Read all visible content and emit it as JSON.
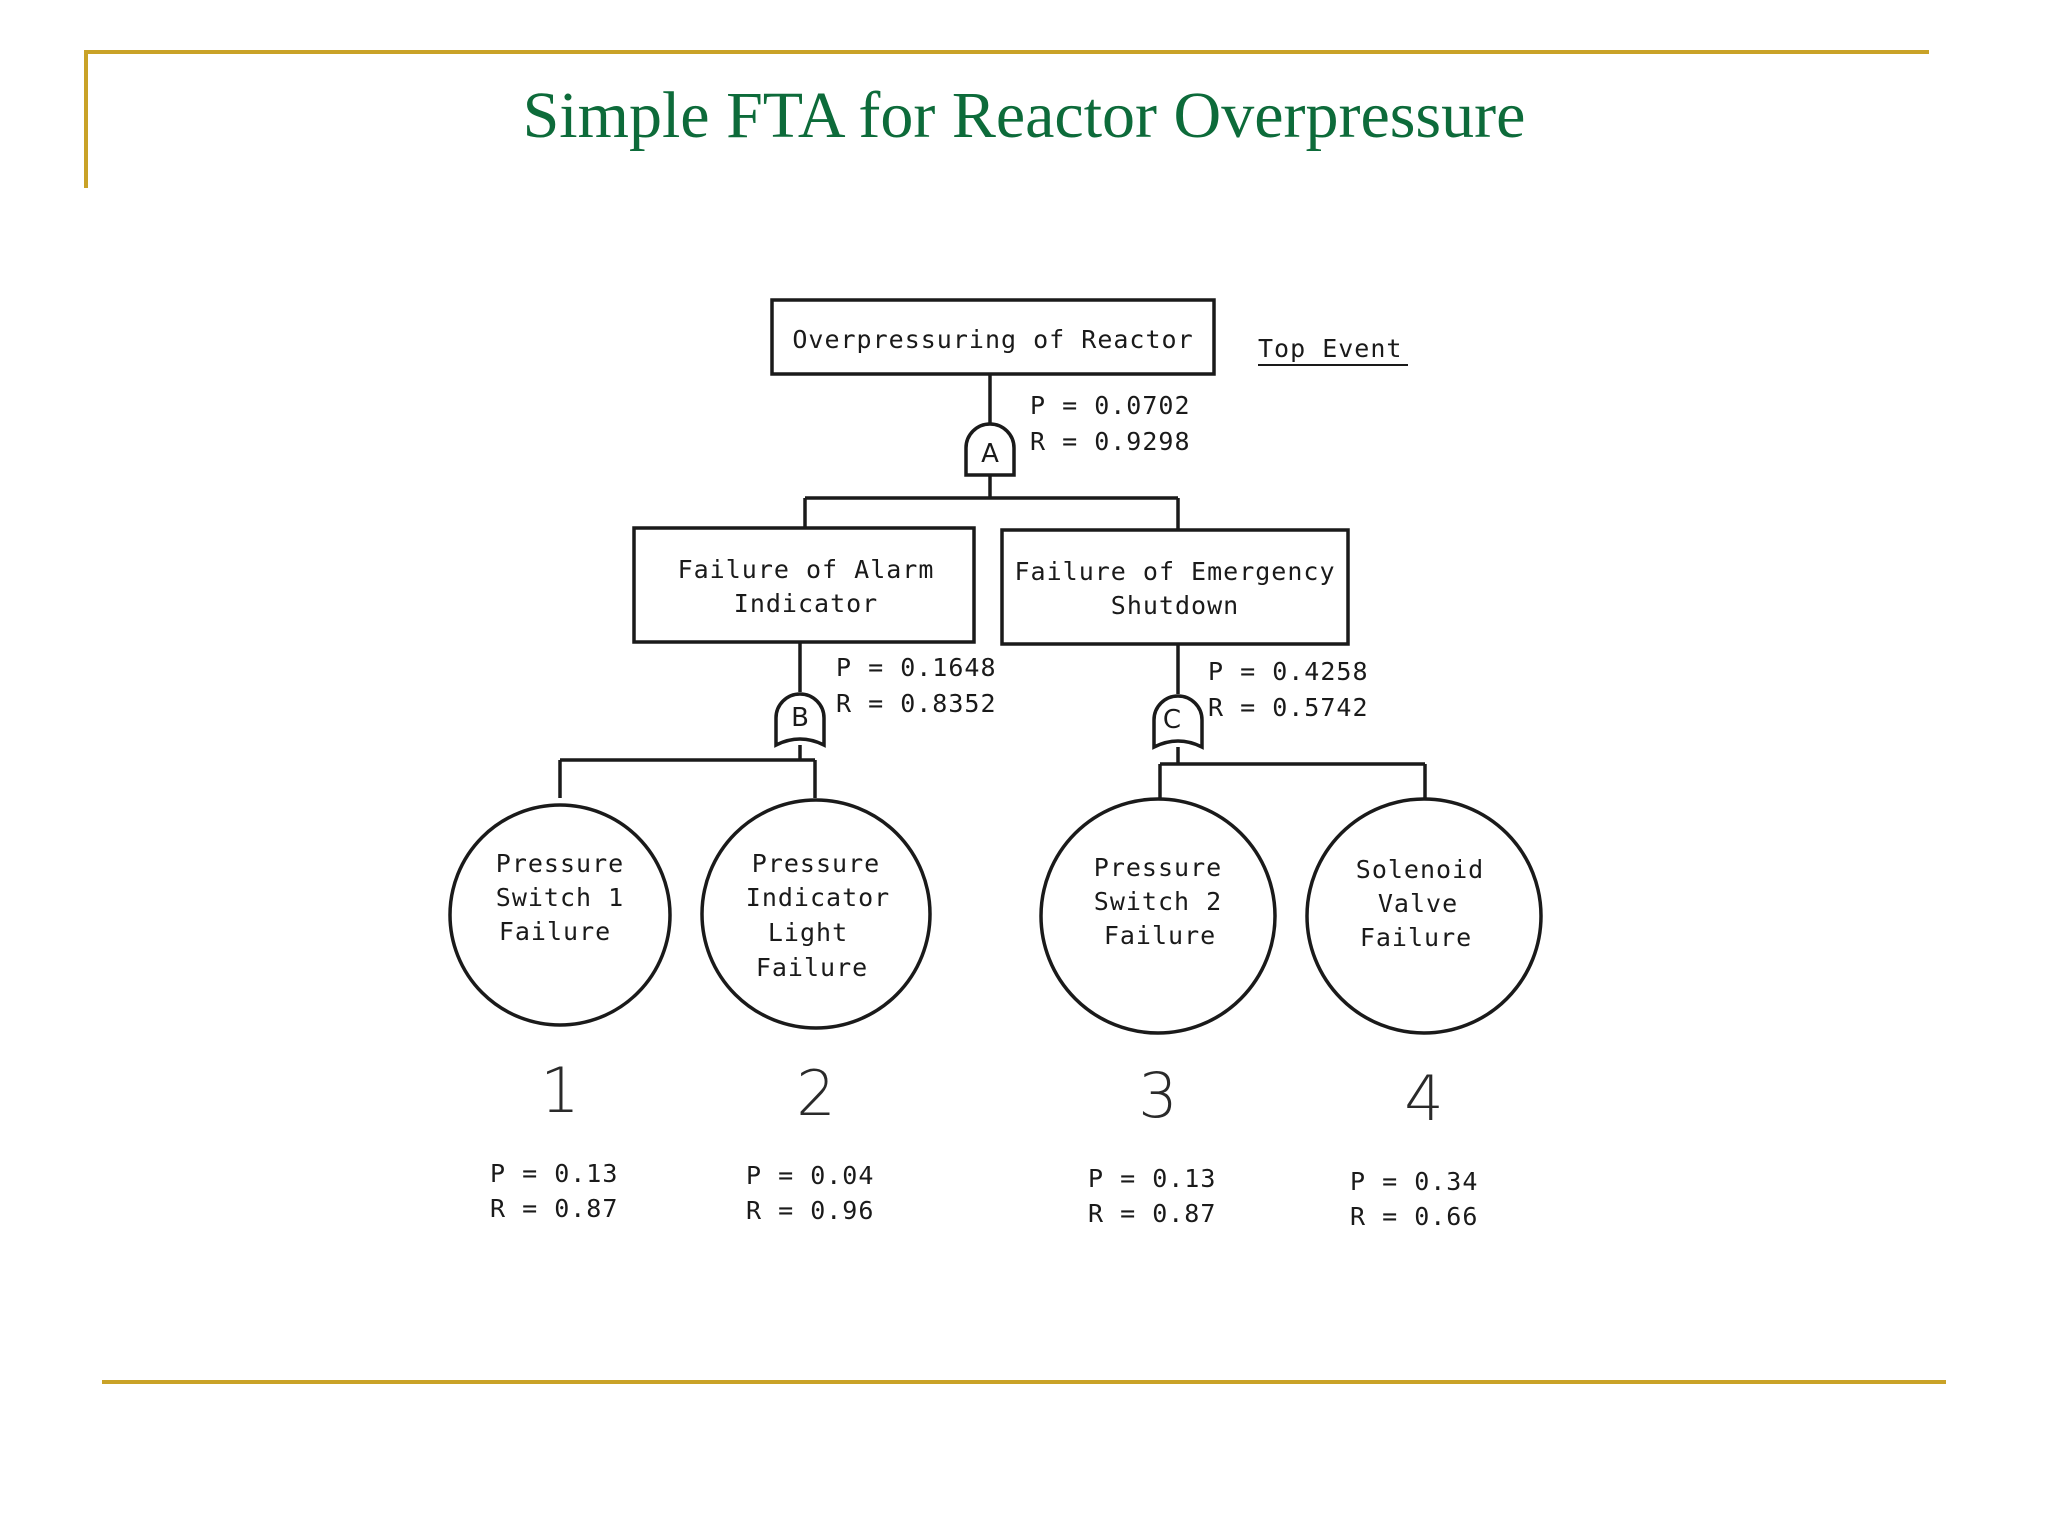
{
  "slide": {
    "title": "Simple FTA for Reactor Overpressure"
  },
  "top_event": {
    "label": "Overpressuring of Reactor",
    "tag": "Top Event",
    "p": "P = 0.0702",
    "r": "R = 0.9298",
    "gate": "A"
  },
  "intermediate_events": [
    {
      "line1": "Failure of Alarm",
      "line2": "Indicator",
      "p": "P = 0.1648",
      "r": "R = 0.8352",
      "gate": "B"
    },
    {
      "line1": "Failure of Emergency",
      "line2": "Shutdown",
      "p": "P = 0.4258",
      "r": "R = 0.5742",
      "gate": "C"
    }
  ],
  "basic_events": [
    {
      "lines": [
        "Pressure",
        "Switch 1",
        "Failure"
      ],
      "number": "1",
      "p": "P = 0.13",
      "r": "R = 0.87"
    },
    {
      "lines": [
        "Pressure",
        "Indicator",
        "Light",
        "Failure"
      ],
      "number": "2",
      "p": "P = 0.04",
      "r": "R = 0.96"
    },
    {
      "lines": [
        "Pressure",
        "Switch 2",
        "Failure"
      ],
      "number": "3",
      "p": "P = 0.13",
      "r": "R = 0.87"
    },
    {
      "lines": [
        "Solenoid",
        "Valve",
        "Failure"
      ],
      "number": "4",
      "p": "P = 0.34",
      "r": "R = 0.66"
    }
  ],
  "colors": {
    "title": "#0d6b3a",
    "frame": "#c9a227",
    "ink": "#1a1a1a"
  }
}
